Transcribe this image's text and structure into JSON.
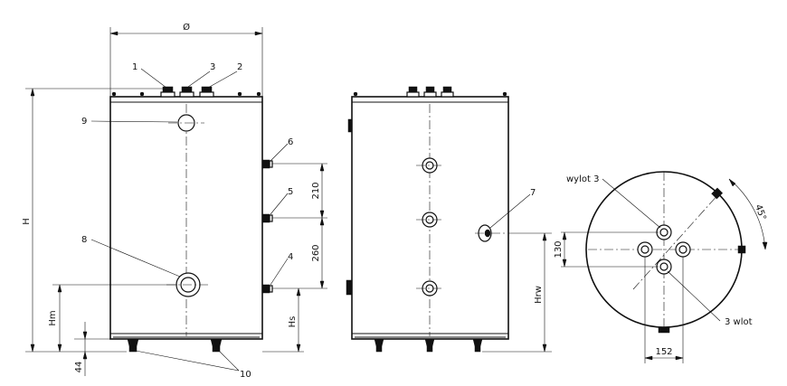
{
  "front_view": {
    "dimensions": {
      "width": "Ø",
      "height": "H",
      "hm": "Hm",
      "hs": "Hs",
      "d210": "210",
      "d260": "260",
      "d44": "44"
    },
    "callouts": {
      "c1": "1",
      "c2": "2",
      "c3": "3",
      "c4": "4",
      "c5": "5",
      "c6": "6",
      "c8": "8",
      "c9": "9",
      "c10": "10"
    }
  },
  "side_view": {
    "dimensions": {
      "hrw": "Hrw"
    },
    "callouts": {
      "c7": "7"
    }
  },
  "top_view": {
    "labels": {
      "outlet": "wylot 3",
      "inlet": "3 wlot"
    },
    "dimensions": {
      "d130": "130",
      "d152": "152",
      "angle": "45°"
    }
  }
}
